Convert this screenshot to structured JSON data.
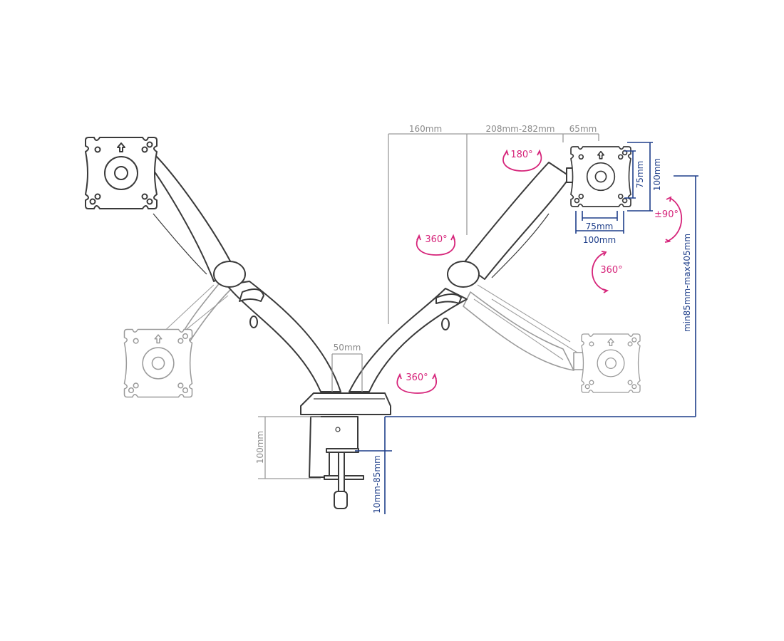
{
  "title": "Dual monitor arm dimension diagram",
  "colors": {
    "outline": "#3a3a3a",
    "dimension_gray": "#8a8a8a",
    "dimension_blue": "#1f3f8a",
    "rotation_pink": "#d6247a"
  },
  "dimensions": {
    "pole_offset": "160mm",
    "arm_reach": "208mm-282mm",
    "head_depth": "65mm",
    "arm_spacing": "50mm",
    "clamp_height": "100mm",
    "desk_thickness": "10mm-85mm",
    "height_range": "min85mm-max405mm",
    "vesa_small_vertical": "75mm",
    "vesa_large_vertical": "100mm",
    "vesa_small_horizontal": "75mm",
    "vesa_large_horizontal": "100mm"
  },
  "rotations": {
    "head_swivel": "180°",
    "upper_arm_rotation": "360°",
    "tilt": "±90°",
    "screen_rotation": "360°",
    "base_rotation": "360°"
  }
}
